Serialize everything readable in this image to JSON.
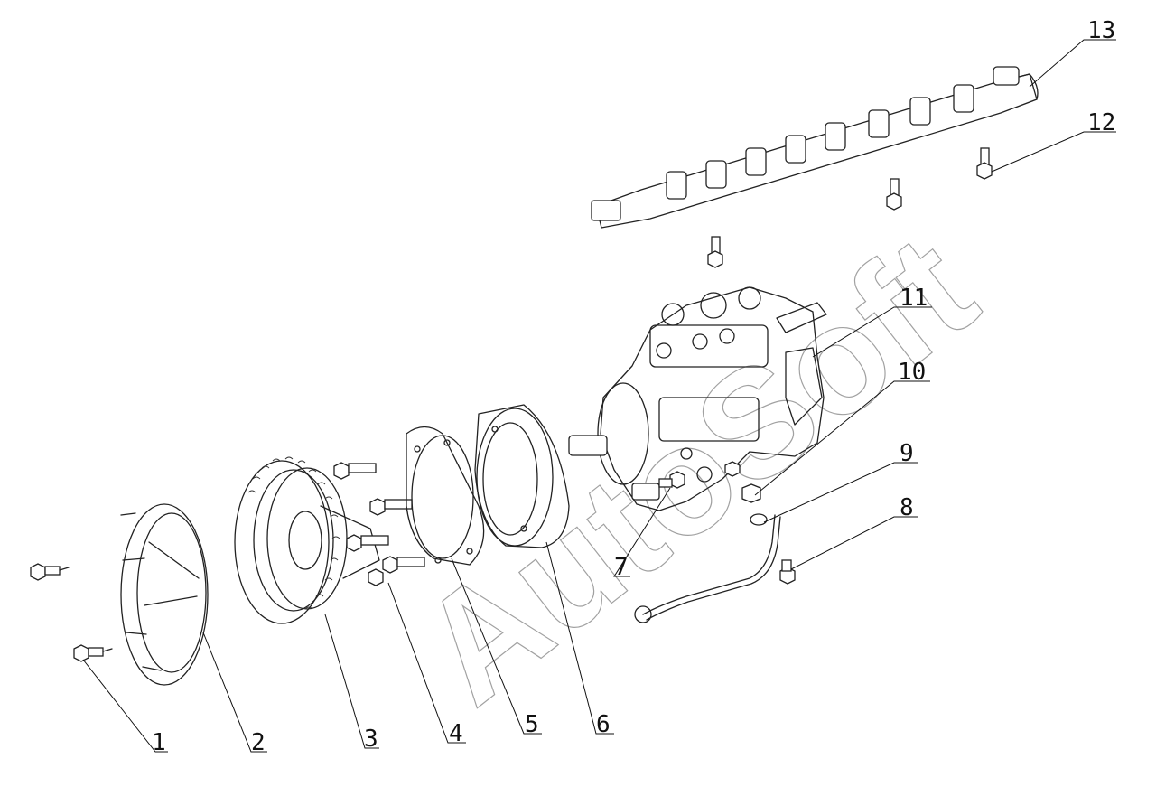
{
  "diagram": {
    "watermark": "AutoSoft",
    "callouts": [
      {
        "id": "1",
        "label": "1"
      },
      {
        "id": "2",
        "label": "2"
      },
      {
        "id": "3",
        "label": "3"
      },
      {
        "id": "4",
        "label": "4"
      },
      {
        "id": "5",
        "label": "5"
      },
      {
        "id": "6",
        "label": "6"
      },
      {
        "id": "7",
        "label": "7"
      },
      {
        "id": "8",
        "label": "8"
      },
      {
        "id": "9",
        "label": "9"
      },
      {
        "id": "10",
        "label": "10"
      },
      {
        "id": "11",
        "label": "11"
      },
      {
        "id": "12",
        "label": "12"
      },
      {
        "id": "13",
        "label": "13"
      }
    ]
  },
  "colors": {
    "line": "#222222",
    "background": "#ffffff"
  }
}
